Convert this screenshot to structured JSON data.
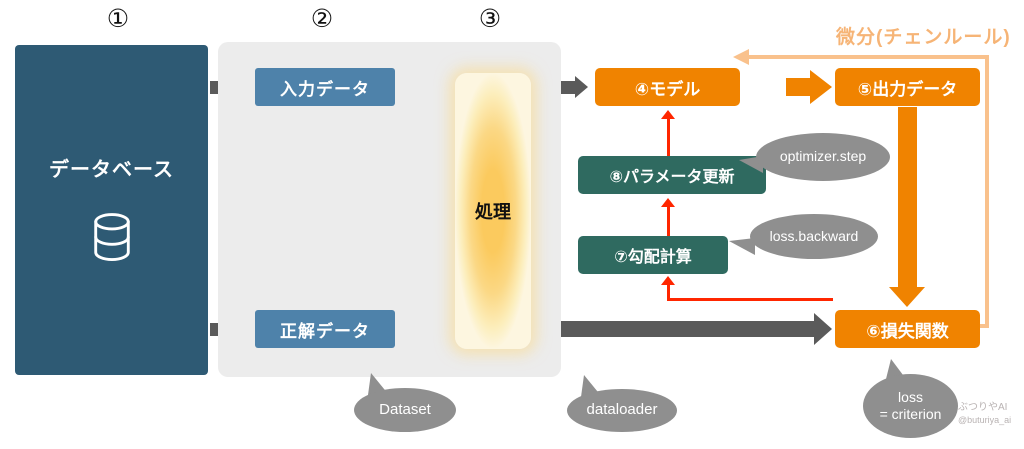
{
  "steps": {
    "n1": "①",
    "n2": "②",
    "n3": "③"
  },
  "database": {
    "label": "データベース",
    "icon": "database-cylinder-icon"
  },
  "panel": {
    "input_label": "入力データ",
    "target_label": "正解データ",
    "process_label": "処理"
  },
  "flow": {
    "model_label": "④モデル",
    "output_label": "⑤出力データ",
    "loss_label": "⑥損失関数",
    "grad_label": "⑦勾配計算",
    "update_label": "⑧パラメータ更新"
  },
  "callouts": {
    "optimizer": "optimizer.step",
    "backward": "loss.backward",
    "dataset": "Dataset",
    "dataloader": "dataloader",
    "loss_line1": "loss",
    "loss_line2": "= criterion"
  },
  "annotation": {
    "chain_rule": "微分(チェンルール)"
  },
  "watermark": {
    "name": "ぶつりやAI",
    "handle": "@buturiya_ai"
  },
  "colors": {
    "database_navy": "#2e5a74",
    "data_blue": "#4e82aa",
    "panel_gray": "#ececec",
    "process_yellow": "#fbce69",
    "accent_orange": "#f08300",
    "teal_green": "#2f6a60",
    "arrow_gray": "#5a5a5a",
    "bubble_gray": "#8f8f8f",
    "backprop_red": "#ff2600",
    "chain_peach": "#f9c18c"
  }
}
